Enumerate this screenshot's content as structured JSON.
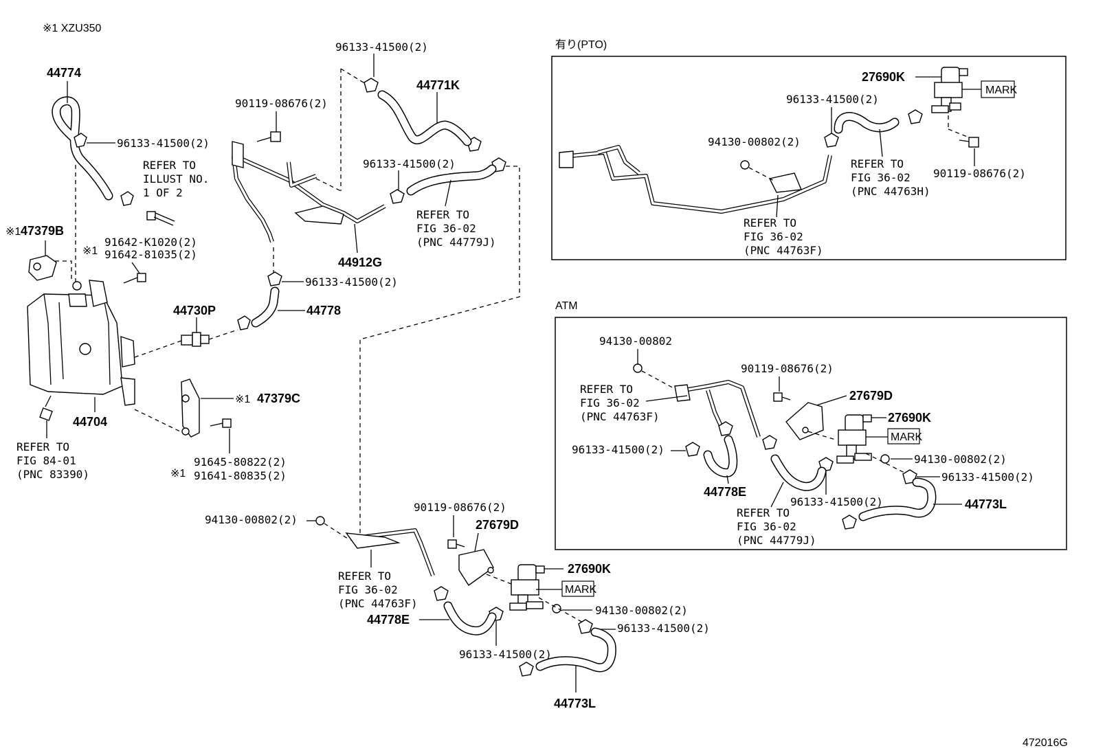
{
  "header": {
    "note": "※1 XZU350"
  },
  "footer": {
    "drawing_id": "472016G"
  },
  "boxes": {
    "pto_title": "有り(PTO)",
    "atm_title": "ATM"
  },
  "labels": {
    "l44774": "44774",
    "l96133_a": "96133-41500(2)",
    "refer_illust_1": "REFER TO",
    "refer_illust_2": "ILLUST NO.",
    "refer_illust_3": "1 OF 2",
    "l47379b": "47379B",
    "l47379b_mark": "※1",
    "l91642_k": "91642-K1020(2)",
    "l91642_8": "91642-81035(2)",
    "l91642_mark": "※1",
    "l90119_a": "90119-08676(2)",
    "l96133_top": "96133-41500(2)",
    "l44771k": "44771K",
    "l96133_b": "96133-41500(2)",
    "refer_a_1": "REFER TO",
    "refer_a_2": "FIG 36-02",
    "refer_a_3": "(PNC 44779J)",
    "l44912g": "44912G",
    "l96133_c": "96133-41500(2)",
    "l44730p": "44730P",
    "l44778": "44778",
    "l47379c": "47379C",
    "l47379c_mark": "※1",
    "l44704": "44704",
    "refer_b_1": "REFER TO",
    "refer_b_2": "FIG 84-01",
    "refer_b_3": "(PNC 83390)",
    "l91645": "91645-80822(2)",
    "l91641": "91641-80835(2)",
    "l91641_mark": "※1",
    "l94130_a": "94130-00802(2)",
    "l90119_b": "90119-08676(2)",
    "l27679d_a": "27679D",
    "l27690k_a": "27690K",
    "mark_a": "MARK",
    "refer_c_1": "REFER TO",
    "refer_c_2": "FIG 36-02",
    "refer_c_3": "(PNC 44763F)",
    "l44778e_a": "44778E",
    "l94130_b": "94130-00802(2)",
    "l96133_d": "96133-41500(2)",
    "l96133_e": "96133-41500(2)",
    "l44773l_a": "44773L",
    "p_27690k": "27690K",
    "p_mark": "MARK",
    "p_96133": "96133-41500(2)",
    "p_94130": "94130-00802(2)",
    "p_refer1_1": "REFER TO",
    "p_refer1_2": "FIG 36-02",
    "p_refer1_3": "(PNC 44763H)",
    "p_90119": "90119-08676(2)",
    "p_refer2_1": "REFER TO",
    "p_refer2_2": "FIG 36-02",
    "p_refer2_3": "(PNC 44763F)",
    "a_94130": "94130-00802",
    "a_90119": "90119-08676(2)",
    "a_refer1_1": "REFER TO",
    "a_refer1_2": "FIG 36-02",
    "a_refer1_3": "(PNC 44763F)",
    "a_27679d": "27679D",
    "a_27690k": "27690K",
    "a_mark": "MARK",
    "a_96133_a": "96133-41500(2)",
    "a_94130_b": "94130-00802(2)",
    "a_96133_b": "96133-41500(2)",
    "a_44778e": "44778E",
    "a_96133_c": "96133-41500(2)",
    "a_44773l": "44773L",
    "a_refer2_1": "REFER TO",
    "a_refer2_2": "FIG 36-02",
    "a_refer2_3": "(PNC 44779J)"
  }
}
